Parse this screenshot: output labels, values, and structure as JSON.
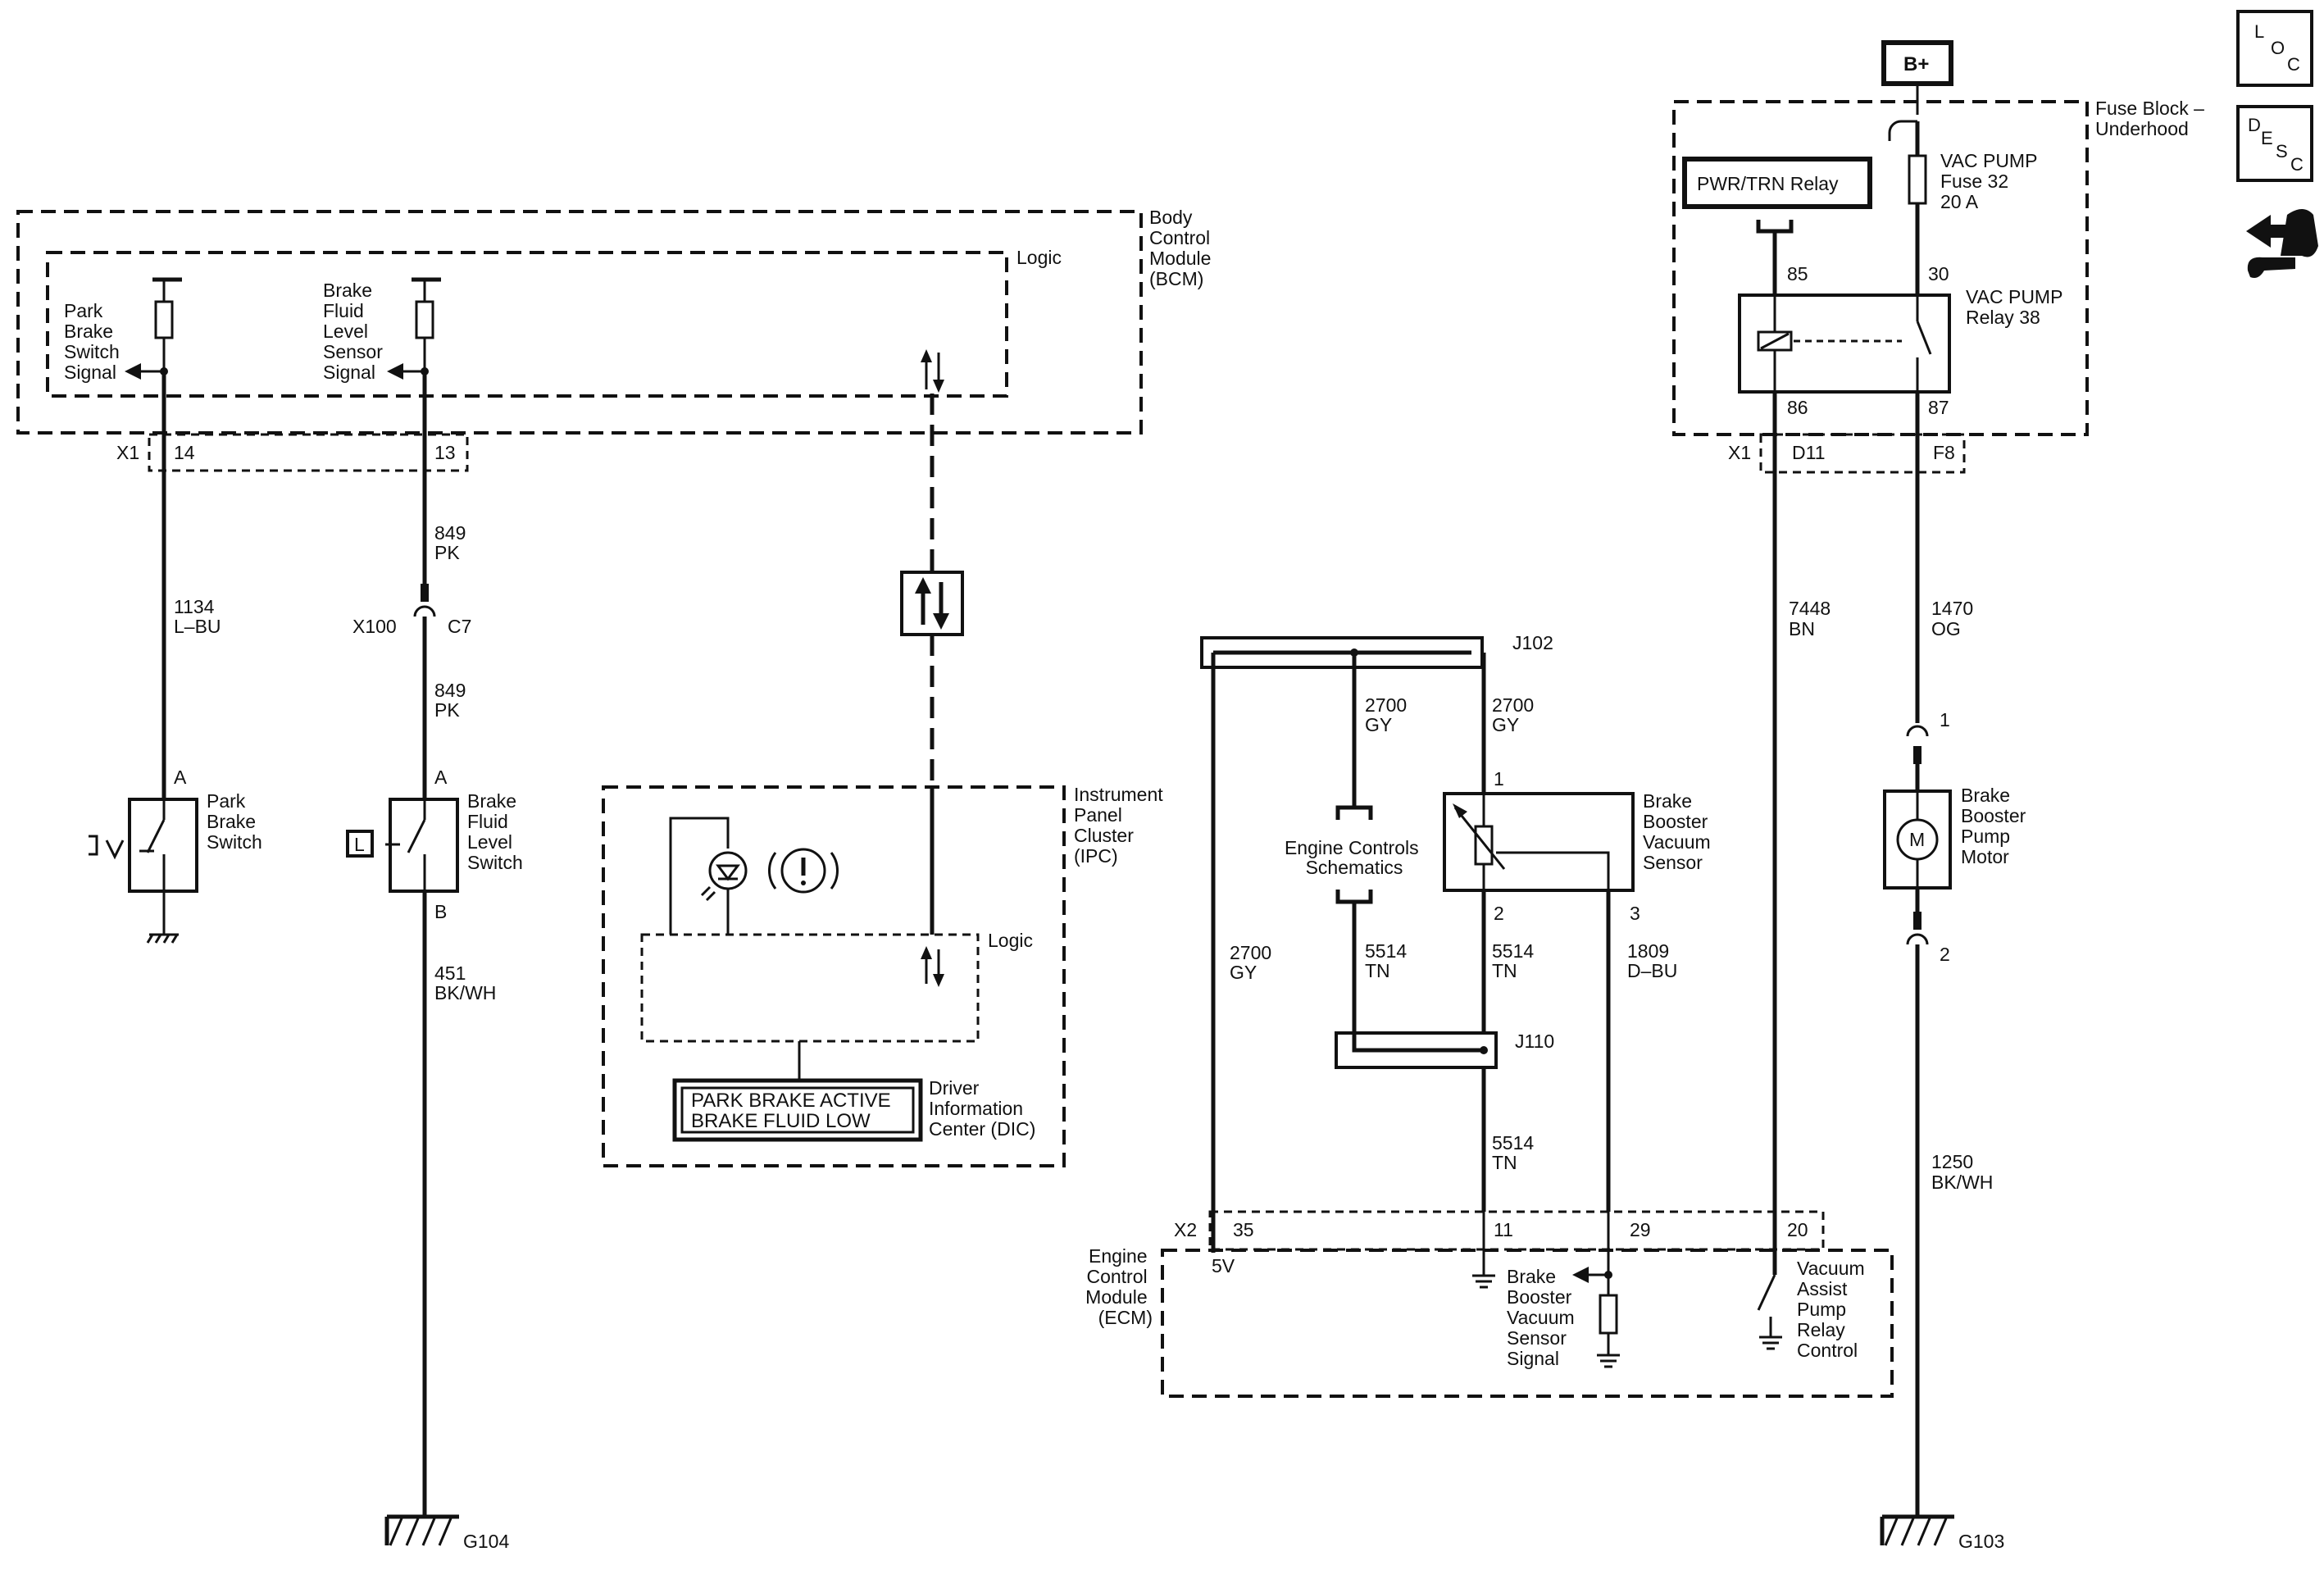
{
  "modules": {
    "bcm": {
      "name_lines": [
        "Body",
        "Control",
        "Module",
        "(BCM)"
      ],
      "logic": "Logic",
      "connector": "X1"
    },
    "fuse_block": {
      "name_lines": [
        "Fuse Block –",
        "Underhood"
      ],
      "connector": "X1"
    },
    "ipc": {
      "name_lines": [
        "Instrument",
        "Panel",
        "Cluster",
        "(IPC)"
      ],
      "logic": "Logic"
    },
    "ecm": {
      "name_lines": [
        "Engine",
        "Control",
        "Module",
        "(ECM)"
      ],
      "connector": "X2"
    },
    "dic": {
      "name_lines": [
        "Driver",
        "Information",
        "Center (DIC)"
      ],
      "messages": [
        "PARK BRAKE ACTIVE",
        "BRAKE FLUID LOW"
      ]
    }
  },
  "signals": {
    "park_brake": [
      "Park",
      "Brake",
      "Switch",
      "Signal"
    ],
    "fluid_level": [
      "Brake",
      "Fluid",
      "Level",
      "Sensor",
      "Signal"
    ],
    "ecm_vacuum": [
      "Brake",
      "Booster",
      "Vacuum",
      "Sensor",
      "Signal"
    ],
    "ecm_relay": [
      "Vacuum",
      "Assist",
      "Pump",
      "Relay",
      "Control"
    ],
    "ecm_5v": "5V"
  },
  "components": {
    "park_brake_switch": [
      "Park",
      "Brake",
      "Switch"
    ],
    "fluid_level_switch": [
      "Brake",
      "Fluid",
      "Level",
      "Switch"
    ],
    "fluid_level_letter": "L",
    "vacuum_sensor": [
      "Brake",
      "Booster",
      "Vacuum",
      "Sensor"
    ],
    "pump_motor": [
      "Brake",
      "Booster",
      "Pump",
      "Motor"
    ],
    "motor_letter": "M",
    "relay": [
      "VAC PUMP",
      "Relay 38"
    ],
    "fuse": [
      "VAC PUMP",
      "Fuse 32",
      "20 A"
    ],
    "pwr_trn_relay": "PWR/TRN Relay",
    "b_plus": "B+",
    "engine_controls_ref": [
      "Engine Controls",
      "Schematics"
    ]
  },
  "pins": {
    "bcm_14": "14",
    "bcm_13": "13",
    "fb_d11": "D11",
    "fb_f8": "F8",
    "relay_85": "85",
    "relay_30": "30",
    "relay_86": "86",
    "relay_87": "87",
    "pbs_a": "A",
    "bfl_a": "A",
    "bfl_b": "B",
    "x100": "X100",
    "c7": "C7",
    "vs_1": "1",
    "vs_2": "2",
    "vs_3": "3",
    "motor_1": "1",
    "motor_2": "2",
    "ecm_35": "35",
    "ecm_11": "11",
    "ecm_29": "29",
    "ecm_20": "20"
  },
  "wires": {
    "w1134": [
      "1134",
      "L–BU"
    ],
    "w849a": [
      "849",
      "PK"
    ],
    "w849b": [
      "849",
      "PK"
    ],
    "w451": [
      "451",
      "BK/WH"
    ],
    "w7448": [
      "7448",
      "BN"
    ],
    "w1470": [
      "1470",
      "OG"
    ],
    "w1250": [
      "1250",
      "BK/WH"
    ],
    "w2700a": [
      "2700",
      "GY"
    ],
    "w2700b": [
      "2700",
      "GY"
    ],
    "w2700c": [
      "2700",
      "GY"
    ],
    "w5514a": [
      "5514",
      "TN"
    ],
    "w5514b": [
      "5514",
      "TN"
    ],
    "w5514c": [
      "5514",
      "TN"
    ],
    "w1809": [
      "1809",
      "D–BU"
    ]
  },
  "splices": {
    "j102": "J102",
    "j110": "J110"
  },
  "grounds": {
    "g104": "G104",
    "g103": "G103"
  },
  "nav_icons": {
    "loc": {
      "letters": [
        "L",
        "O",
        "C"
      ],
      "icon": "location-icon"
    },
    "desc": {
      "letters": [
        "D",
        "E",
        "S",
        "C"
      ],
      "icon": "description-icon"
    },
    "tool": {
      "icon": "wrench-hand-icon"
    }
  }
}
